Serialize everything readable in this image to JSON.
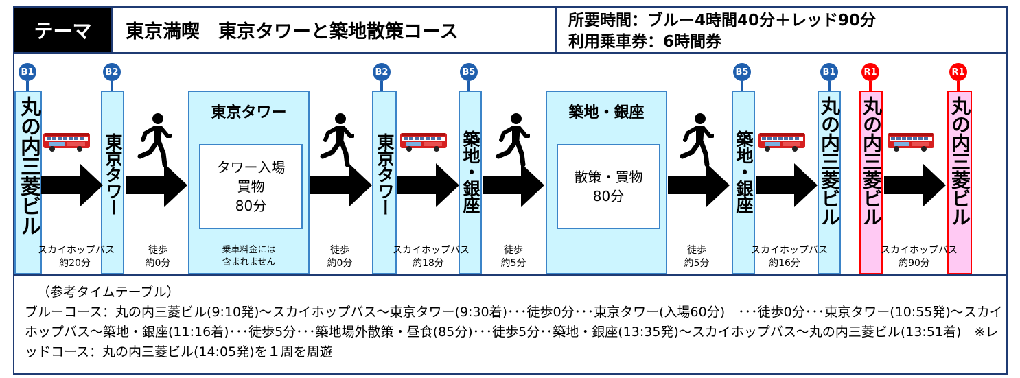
{
  "header": {
    "theme_label": "テーマ",
    "title": "東京満喫　東京タワーと築地散策コース",
    "time_line1": "所要時間：ブルー4時間40分＋レッド90分",
    "time_line2": "利用乗車券：6時間券"
  },
  "colors": {
    "blue_stop": "#1f5fae",
    "red_stop": "#ff0000",
    "stop_fill": "#ccf5ff",
    "red_fill": "#ffc9f3",
    "frame": "#1f3b73"
  },
  "stops": [
    {
      "badge": "B1",
      "name": "丸の内三菱ビル"
    },
    {
      "badge": "B2",
      "name": "東京タワー"
    },
    {
      "badge": "B2",
      "name": "東京タワー"
    },
    {
      "badge": "B5",
      "name": "築地・銀座"
    },
    {
      "badge": "B5",
      "name": "築地・銀座"
    },
    {
      "badge": "B1",
      "name": "丸の内三菱ビル"
    },
    {
      "badge": "R1",
      "name": "丸の内三菱ビル"
    },
    {
      "badge": "R1",
      "name": "丸の内三菱ビル"
    }
  ],
  "venues": [
    {
      "title": "東京タワー",
      "activity": "タワー入場\n買物\n80分",
      "note": "乗車料金には\n含まれません"
    },
    {
      "title": "築地・銀座",
      "activity": "散策・買物\n80分"
    }
  ],
  "segments": [
    {
      "label": "スカイホップバス\n約20分"
    },
    {
      "label": "徒歩\n約0分"
    },
    {
      "label": "徒歩\n約0分"
    },
    {
      "label": "スカイホップバス\n約18分"
    },
    {
      "label": "徒歩\n約5分"
    },
    {
      "label": "徒歩\n約5分"
    },
    {
      "label": "スカイホップバス\n約16分"
    },
    {
      "label": "スカイホップバス\n約90分"
    }
  ],
  "timetable": {
    "title": "（参考タイムテーブル）",
    "body": "ブルーコース：丸の内三菱ビル(9:10発)～スカイホップバス～東京タワー(9:30着)･･･徒歩0分･･･東京タワー(入場60分)　･･･徒歩0分･･･東京タワー(10:55発)～スカイホップバス～築地・銀座(11:16着)･･･徒歩5分･･･築地場外散策・昼食(85分)･･･徒歩5分･･築地・銀座(13:35発)～スカイホップバス～丸の内三菱ビル(13:51着)　※レッドコース：丸の内三菱ビル(14:05発)を１周を周遊"
  }
}
